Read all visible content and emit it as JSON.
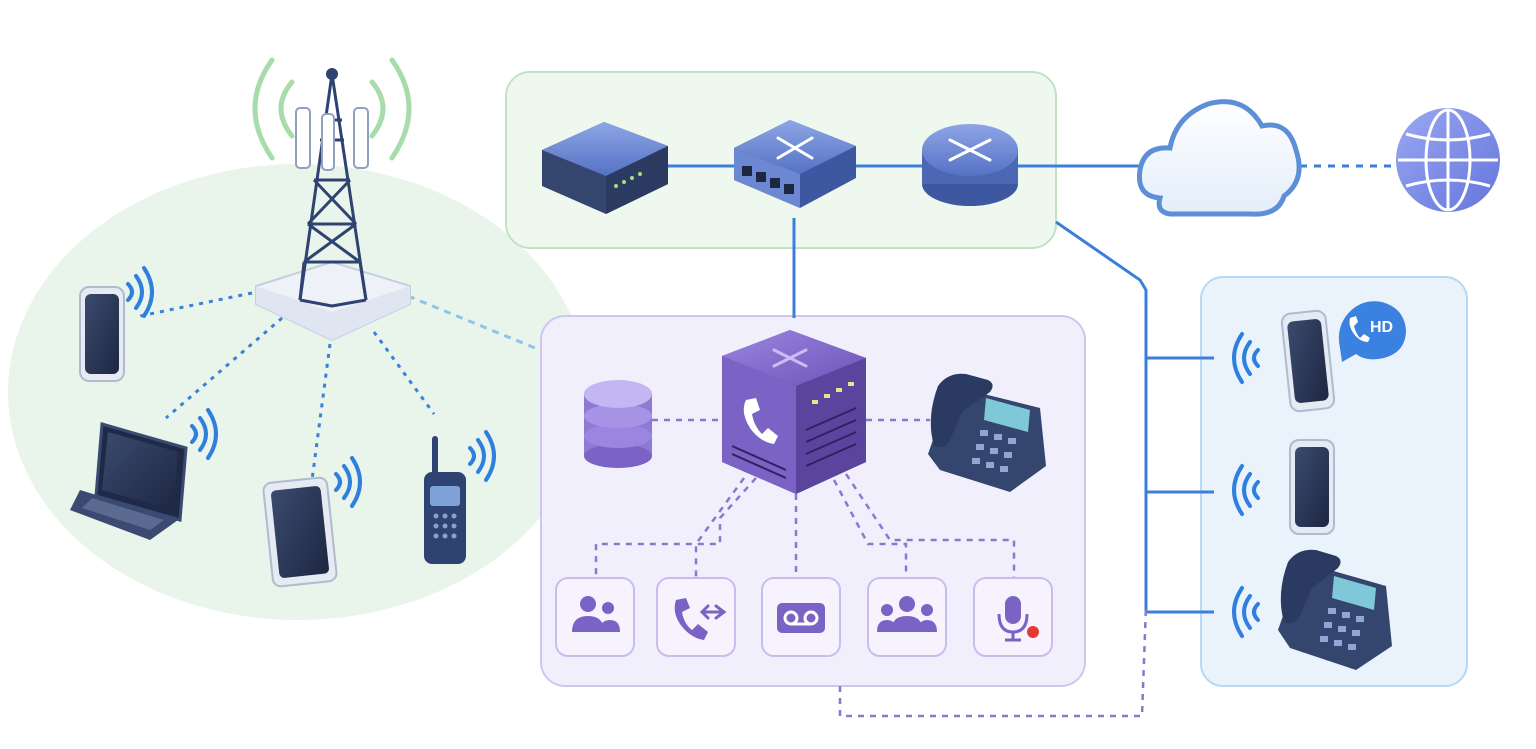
{
  "diagram": {
    "zones": [
      {
        "id": "radio-coverage",
        "kind": "wireless-cell"
      },
      {
        "id": "core-network",
        "kind": "backbone"
      },
      {
        "id": "pbx-platform",
        "kind": "voice-services"
      },
      {
        "id": "remote-endpoints",
        "kind": "subscribers"
      }
    ],
    "nodes": [
      {
        "id": "cell-tower",
        "icon": "cell-tower-icon",
        "zone": "radio-coverage"
      },
      {
        "id": "smartphone-left",
        "icon": "smartphone-icon",
        "zone": "radio-coverage"
      },
      {
        "id": "laptop",
        "icon": "laptop-icon",
        "zone": "radio-coverage"
      },
      {
        "id": "tablet",
        "icon": "tablet-icon",
        "zone": "radio-coverage"
      },
      {
        "id": "two-way-radio",
        "icon": "walkie-talkie-icon",
        "zone": "radio-coverage"
      },
      {
        "id": "server-appliance",
        "icon": "server-icon",
        "zone": "core-network"
      },
      {
        "id": "network-switch",
        "icon": "switch-icon",
        "zone": "core-network"
      },
      {
        "id": "router",
        "icon": "router-icon",
        "zone": "core-network"
      },
      {
        "id": "cloud",
        "icon": "cloud-icon",
        "zone": null
      },
      {
        "id": "internet",
        "icon": "globe-icon",
        "zone": null
      },
      {
        "id": "pbx-server",
        "icon": "pbx-cube-icon",
        "zone": "pbx-platform"
      },
      {
        "id": "database",
        "icon": "database-icon",
        "zone": "pbx-platform"
      },
      {
        "id": "desk-phone",
        "icon": "desk-phone-icon",
        "zone": "pbx-platform"
      },
      {
        "id": "feature-contacts",
        "icon": "users-icon",
        "zone": "pbx-platform"
      },
      {
        "id": "feature-call-transfer",
        "icon": "call-transfer-icon",
        "zone": "pbx-platform"
      },
      {
        "id": "feature-voicemail",
        "icon": "voicemail-icon",
        "zone": "pbx-platform"
      },
      {
        "id": "feature-conference",
        "icon": "group-icon",
        "zone": "pbx-platform"
      },
      {
        "id": "feature-call-recording",
        "icon": "microphone-record-icon",
        "zone": "pbx-platform"
      },
      {
        "id": "remote-phone-1",
        "icon": "smartphone-icon",
        "zone": "remote-endpoints"
      },
      {
        "id": "remote-phone-2",
        "icon": "smartphone-icon",
        "zone": "remote-endpoints"
      },
      {
        "id": "remote-desk-phone",
        "icon": "desk-phone-icon",
        "zone": "remote-endpoints"
      }
    ],
    "hd_badge": "HD",
    "colors": {
      "green_zone": "#e9f5ea",
      "green_border": "#bfe3c4",
      "purple_zone": "#f1eefc",
      "purple_border": "#cfc5ef",
      "blue_zone": "#e9f3fc",
      "blue_border": "#b9d8f3",
      "link_blue": "#3b7fd9",
      "link_purple": "#8b78cc",
      "device_navy": "#34466e",
      "device_purple": "#7a63c4",
      "wifi_blue": "#2f7fe0",
      "tower_signal": "#a9dcab",
      "record_red": "#e53935"
    }
  }
}
